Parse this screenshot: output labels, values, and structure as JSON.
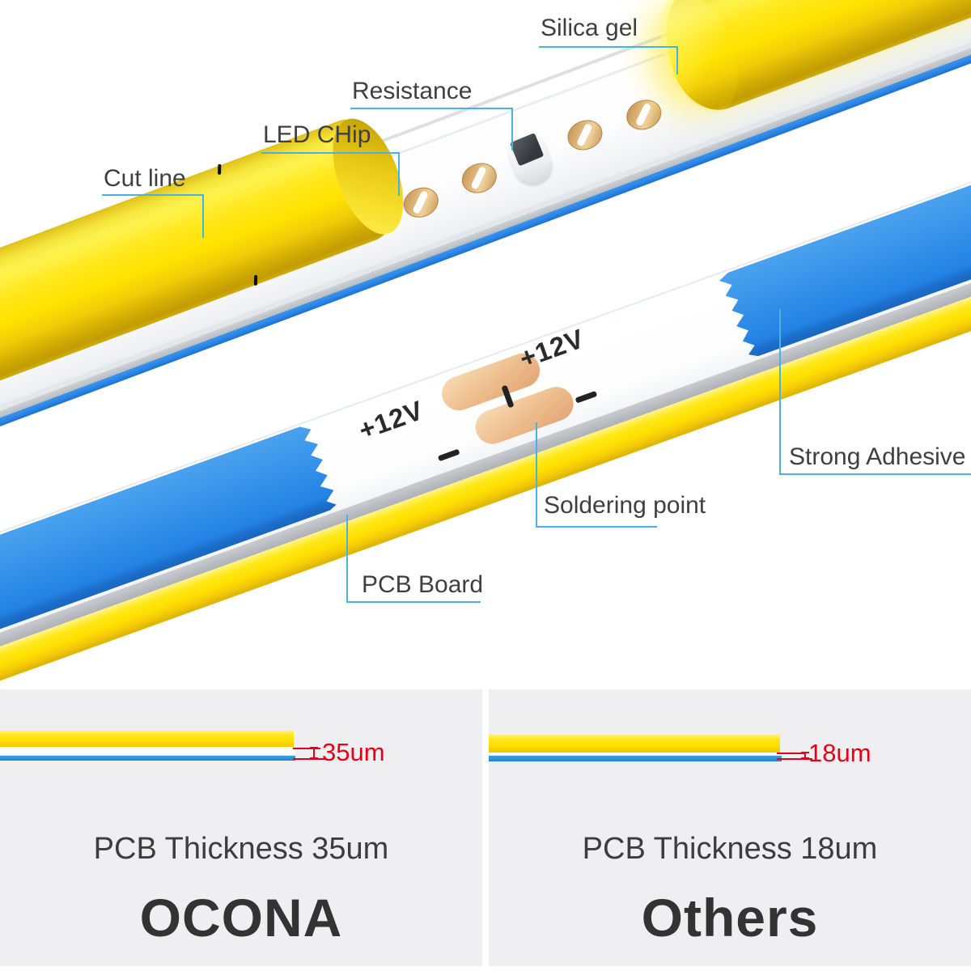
{
  "callouts": {
    "cut_line": "Cut line",
    "led_chip": "LED CHip",
    "resistance": "Resistance",
    "silica_gel": "Silica gel",
    "strong_adhesive": "Strong Adhesive",
    "soldering_point": "Soldering point",
    "pcb_board": "PCB Board"
  },
  "strip_markings": {
    "plus_left": "+12V",
    "plus_right": "+12V"
  },
  "comparison": {
    "left": {
      "dimension": "35um",
      "thickness": "PCB Thickness 35um",
      "brand": "OCONA"
    },
    "right": {
      "dimension": "18um",
      "thickness": "PCB Thickness 18um",
      "brand": "Others"
    }
  },
  "colors": {
    "callout_line_blue": "#49b1e3",
    "dimension_red": "#e50019",
    "adhesive_tape_blue": "#2e8ce8",
    "strip_edge_blue": "#2b85e5",
    "silicone_yellow": "#ffe200",
    "solder_pad_tan": "#ecb988",
    "panel_background": "#efeff1",
    "label_gray": "#3f3f3f"
  }
}
